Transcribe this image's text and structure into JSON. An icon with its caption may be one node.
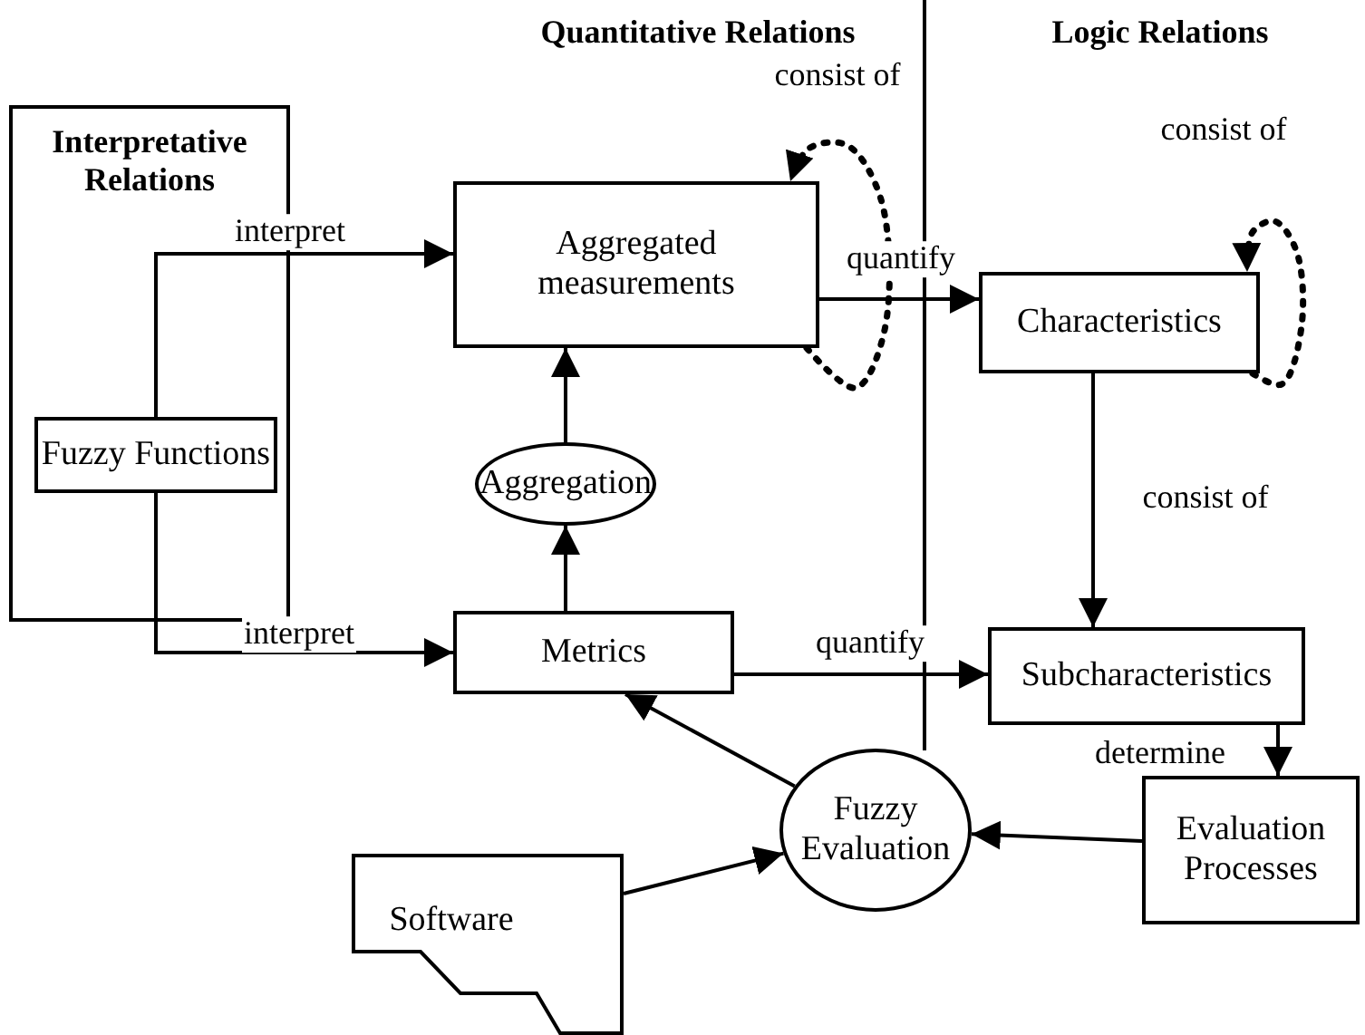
{
  "diagram": {
    "nodes": [
      {
        "text": [
          "Interpretative Relations"
        ]
      },
      {
        "text": [
          "Fuzzy Functions"
        ],
        "in": 0
      },
      {
        "text": [
          "Aggregated measurements"
        ]
      },
      {
        "text": [
          "Characteristics"
        ]
      },
      {
        "text": [
          "Aggregation"
        ]
      },
      {
        "text": [
          "Metrics"
        ]
      },
      {
        "text": [
          "Subcharacteristics"
        ]
      },
      {
        "text": [
          "Fuzzy Evaluation"
        ]
      },
      {
        "text": [
          "Evaluation Processes"
        ]
      },
      {
        "text": [
          "Software"
        ]
      }
    ],
    "edges": [
      {
        "from": 1,
        "to": 2,
        "arrow": "to",
        "label": "interpret"
      },
      {
        "from": 1,
        "to": 5,
        "arrow": "to",
        "label": "interpret"
      },
      {
        "from": 2,
        "to": 3,
        "arrow": "to",
        "label": "quantify"
      },
      {
        "from": 2,
        "to": 2,
        "arrow": "to",
        "label": "consist of",
        "style": "dashed"
      },
      {
        "from": 3,
        "to": 3,
        "arrow": "to",
        "label": "consist of",
        "style": "dashed"
      },
      {
        "from": 3,
        "to": 6,
        "arrow": "to",
        "label": "consist of"
      },
      {
        "from": 4,
        "to": 2,
        "arrow": "to"
      },
      {
        "from": 5,
        "to": 4,
        "arrow": "to"
      },
      {
        "from": 5,
        "to": 6,
        "arrow": "to",
        "label": "quantify"
      },
      {
        "from": 6,
        "to": 8,
        "arrow": "to",
        "label": "determine"
      },
      {
        "from": 8,
        "to": 7,
        "arrow": "to"
      },
      {
        "from": 7,
        "to": 5,
        "arrow": "to"
      },
      {
        "from": 9,
        "to": 7,
        "arrow": "to"
      }
    ],
    "labels": [
      "Quantitative Relations",
      "Logic Relations"
    ]
  }
}
